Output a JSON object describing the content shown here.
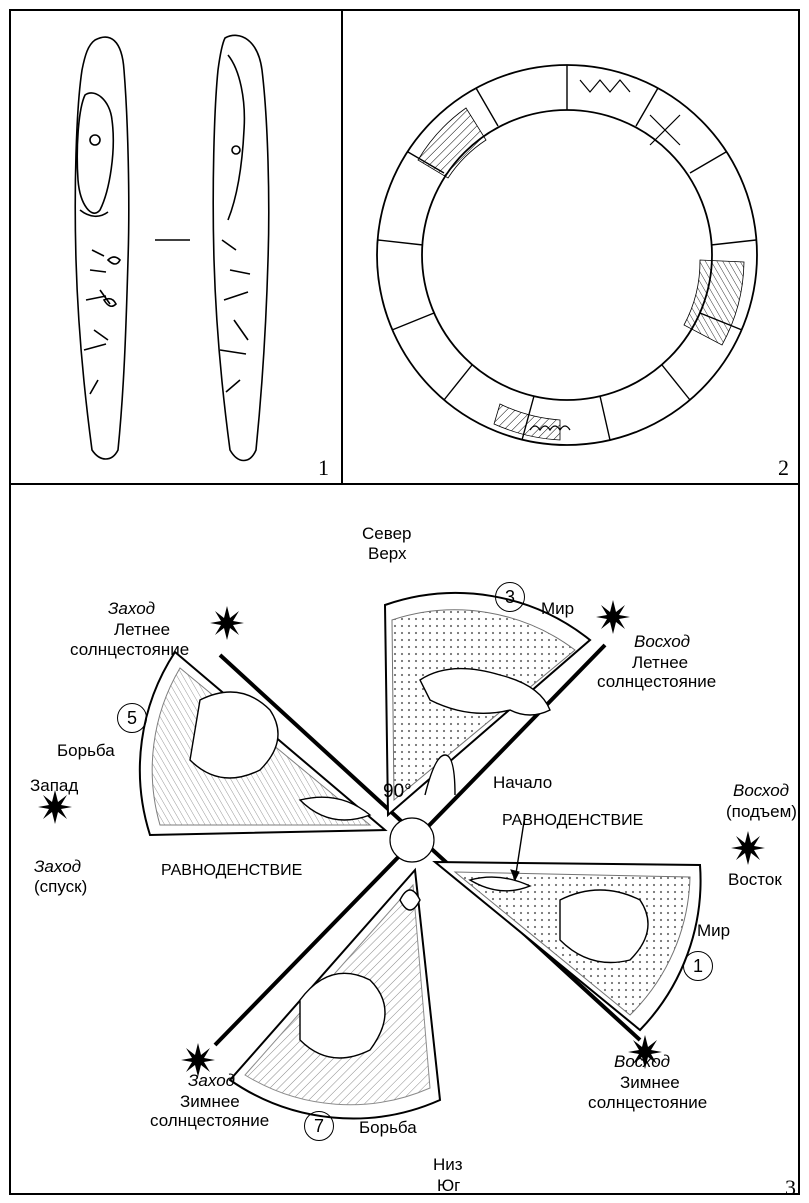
{
  "panels": {
    "p1": "1",
    "p2": "2",
    "p3": "3"
  },
  "labels": {
    "north": "Север",
    "top": "Верх",
    "mir_top": "Мир",
    "sunset": "Заход",
    "summer_solstice": "Летнее",
    "solstice_word": "солнцестояние",
    "sunrise": "Восход",
    "struggle": "Борьба",
    "west": "Запад",
    "descent": "(спуск)",
    "equinox": "РАВНОДЕНСТВИЕ",
    "angle": "90°",
    "beginning": "Начало",
    "ascent": "(подъем)",
    "east": "Восток",
    "mir_right": "Мир",
    "winter_solstice": "Зимнее",
    "bottom": "Низ",
    "south": "Юг"
  },
  "sectors": {
    "s1": "1",
    "s3": "3",
    "s5": "5",
    "s7": "7"
  },
  "icons": [
    "star-burst-icon",
    "equinox-arrow"
  ]
}
